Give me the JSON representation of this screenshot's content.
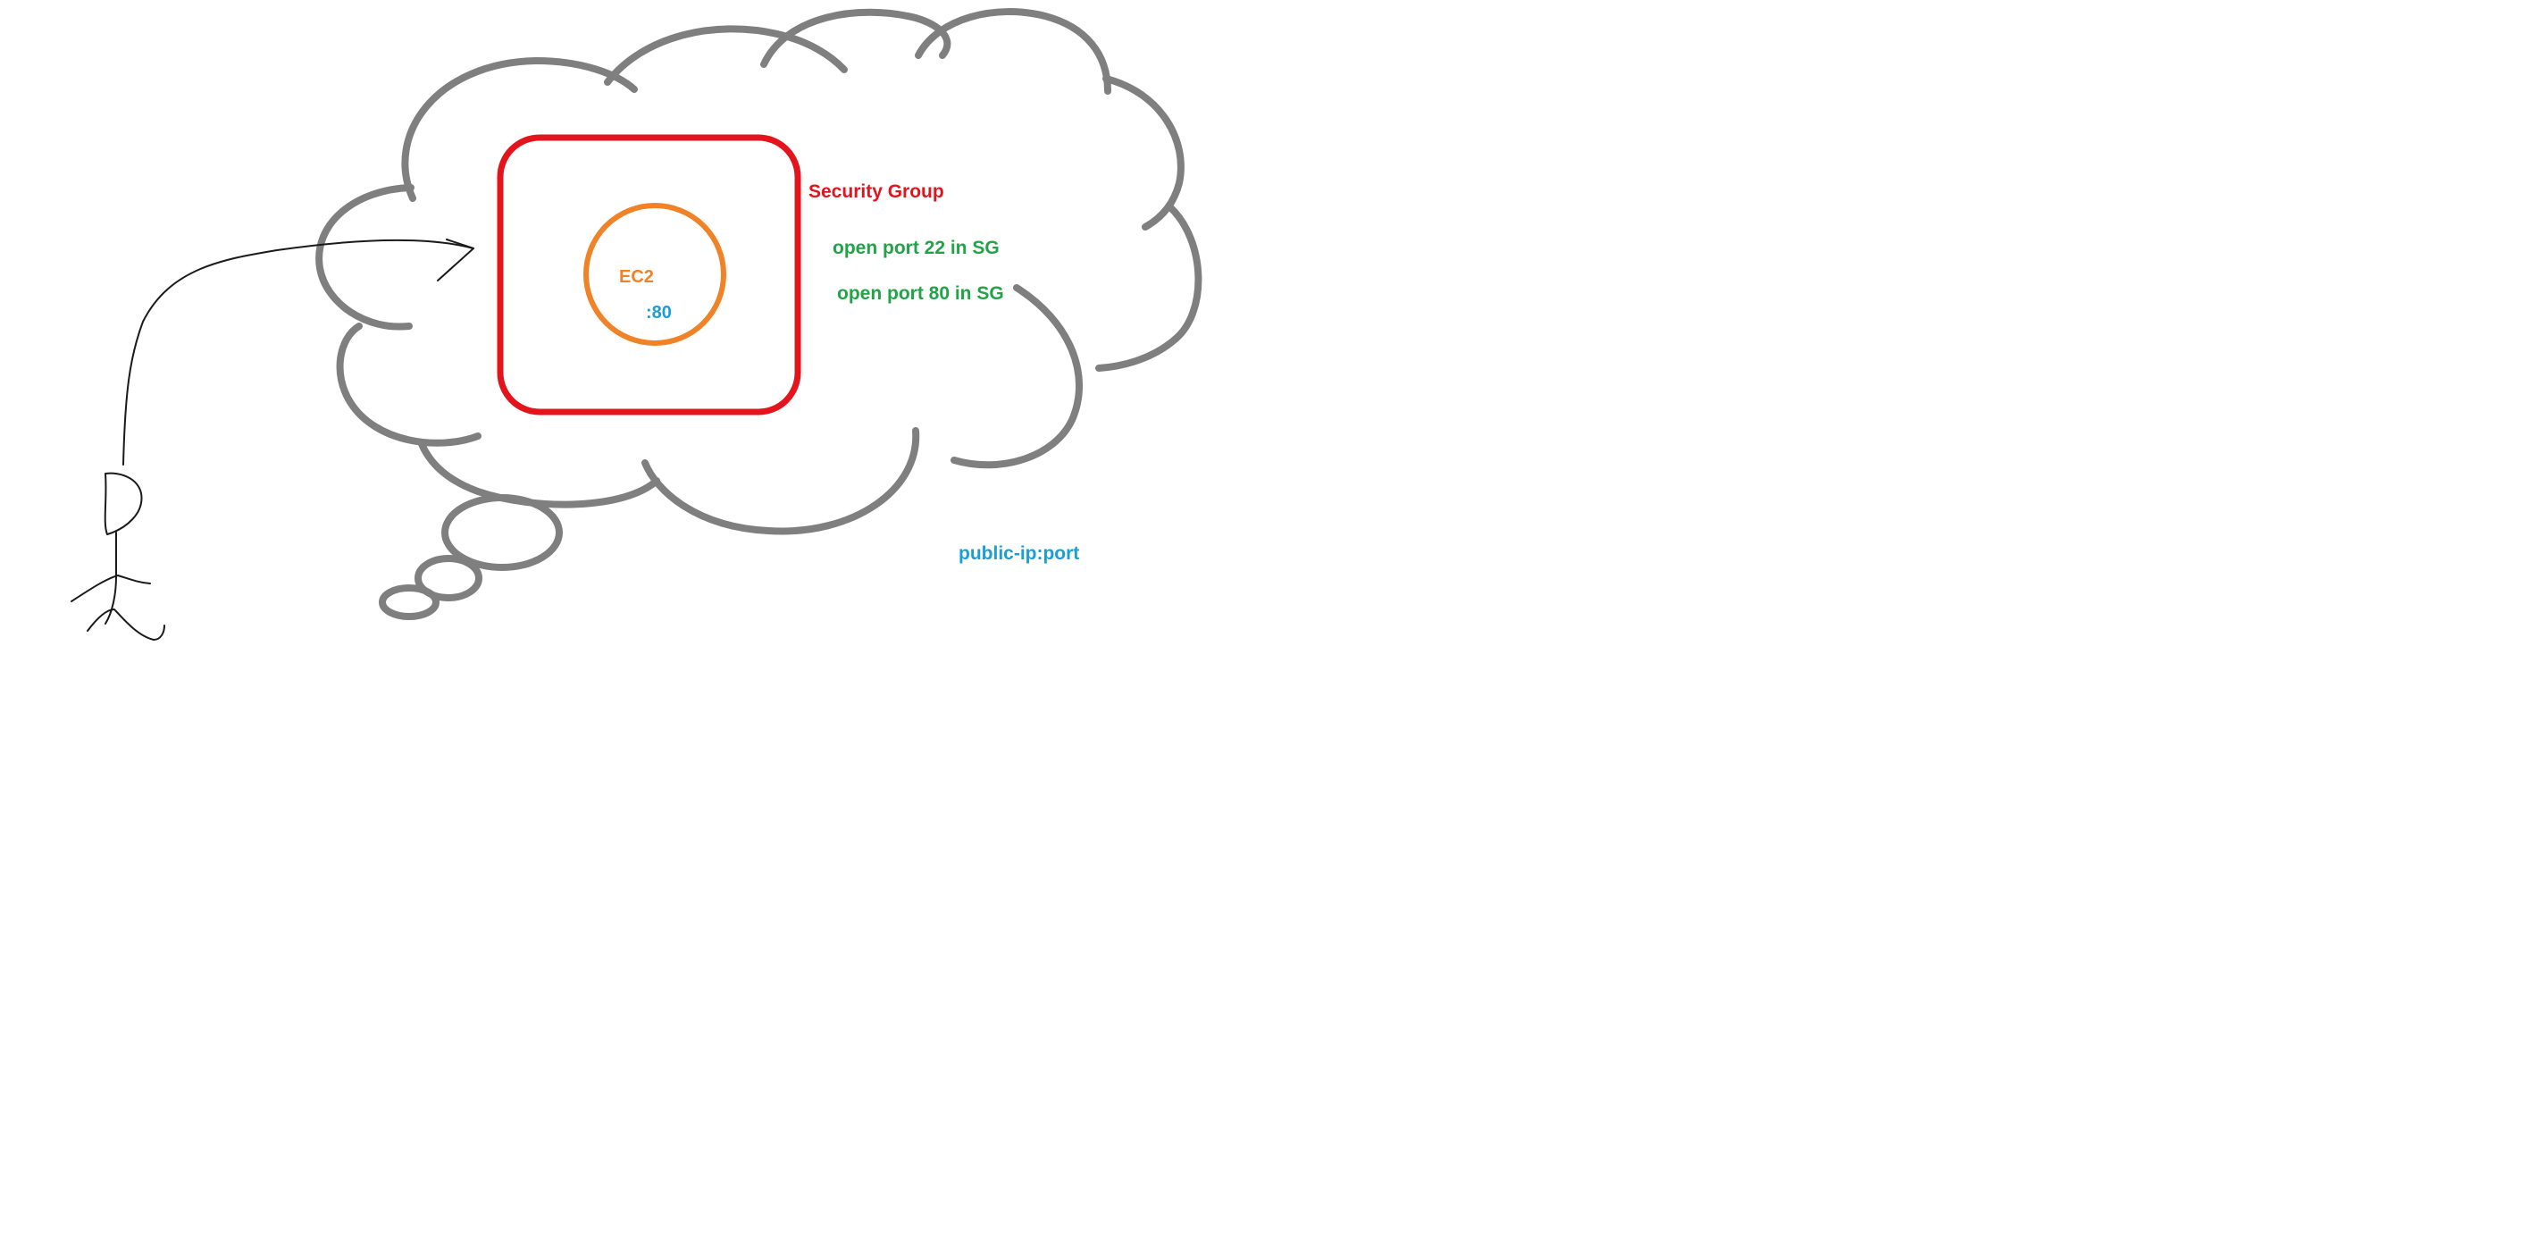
{
  "diagram": {
    "security_group_label": "Security Group",
    "ec2_label": "EC2",
    "port_label": ":80",
    "rule_port_22": "open port 22 in SG",
    "rule_port_80": "open port 80 in SG",
    "access_label": "public-ip:port"
  },
  "colors": {
    "cloud_stroke": "#7f7f7f",
    "security_group": "#e3141c",
    "ec2": "#f08228",
    "port": "#1a9ed8",
    "rules": "#21a348",
    "access": "#1a9ed8",
    "user": "#1a1a1a"
  }
}
